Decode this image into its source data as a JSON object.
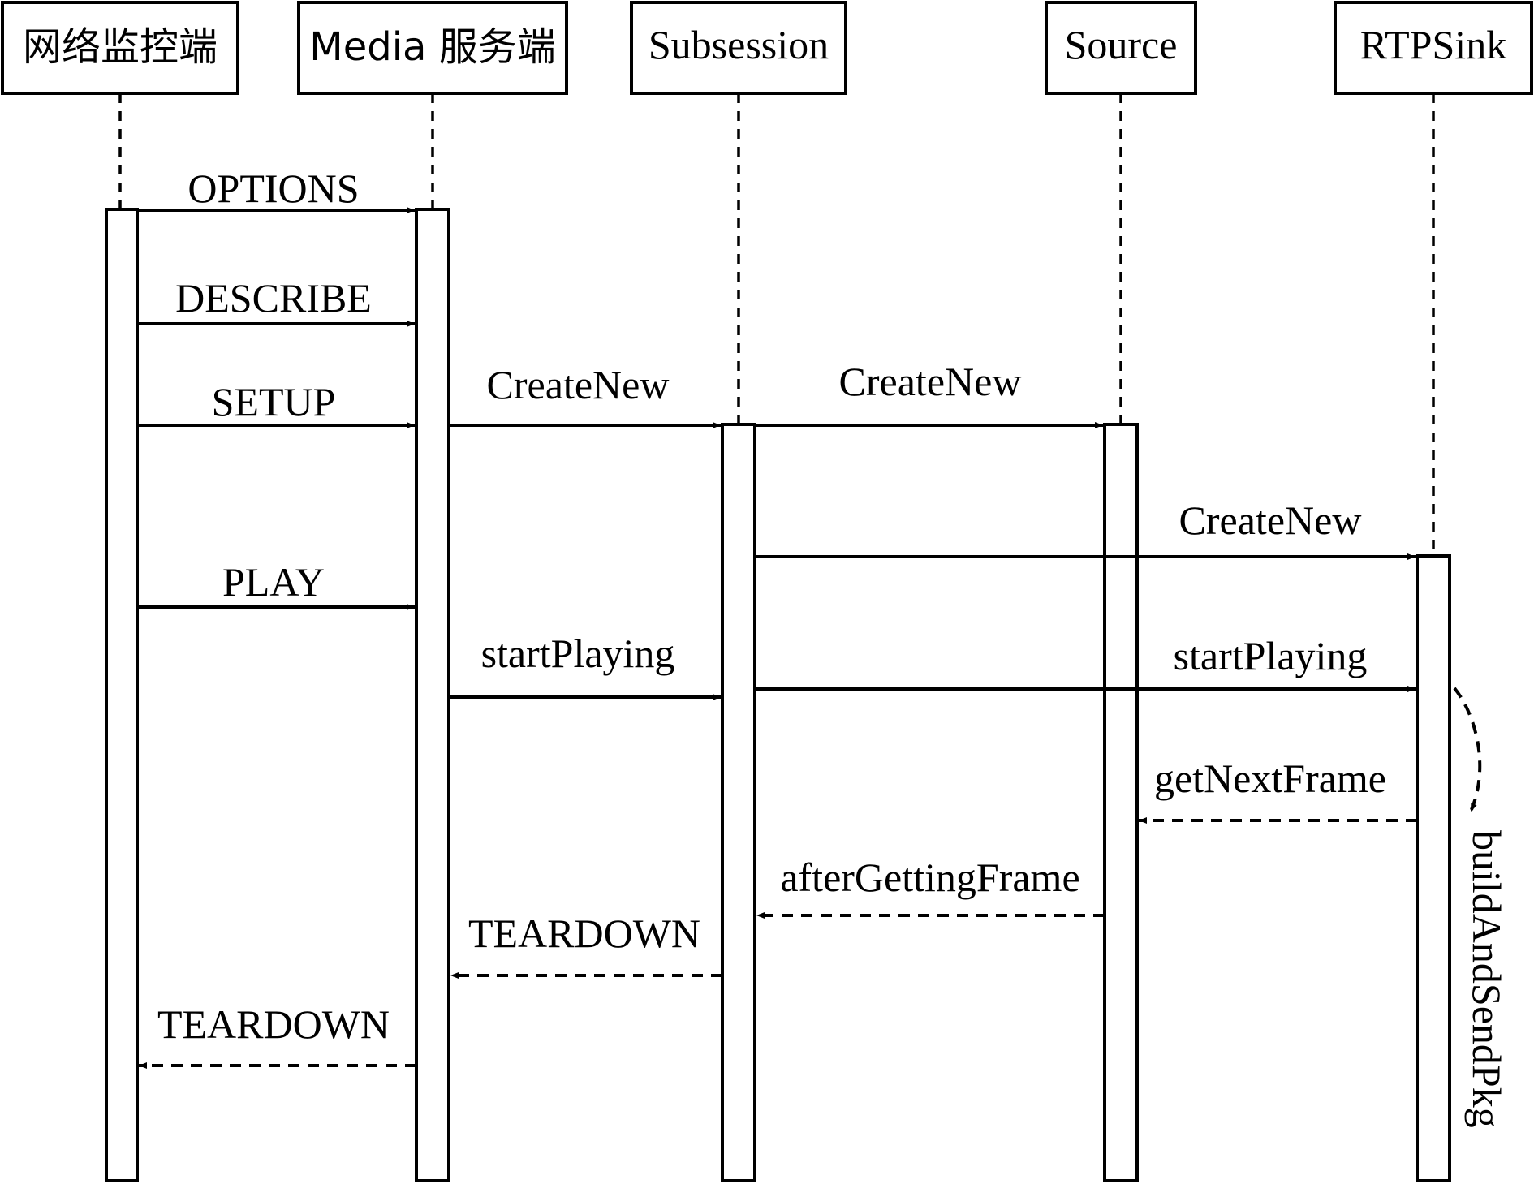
{
  "participants": [
    {
      "id": "monitor",
      "label": "网络监控端"
    },
    {
      "id": "media",
      "label": "Media 服务端"
    },
    {
      "id": "subsession",
      "label": "Subsession"
    },
    {
      "id": "source",
      "label": "Source"
    },
    {
      "id": "rtpsink",
      "label": "RTPSink"
    }
  ],
  "messages": [
    {
      "label": "OPTIONS",
      "from": "monitor",
      "to": "media",
      "style": "solid"
    },
    {
      "label": "DESCRIBE",
      "from": "monitor",
      "to": "media",
      "style": "solid"
    },
    {
      "label": "SETUP",
      "from": "monitor",
      "to": "media",
      "style": "solid"
    },
    {
      "label": "CreateNew",
      "from": "media",
      "to": "subsession",
      "style": "solid"
    },
    {
      "label": "CreateNew",
      "from": "subsession",
      "to": "source",
      "style": "solid"
    },
    {
      "label": "CreateNew",
      "from": "subsession",
      "to": "rtpsink",
      "style": "solid"
    },
    {
      "label": "PLAY",
      "from": "monitor",
      "to": "media",
      "style": "solid"
    },
    {
      "label": "startPlaying",
      "from": "media",
      "to": "subsession",
      "style": "solid"
    },
    {
      "label": "startPlaying",
      "from": "subsession",
      "to": "rtpsink",
      "style": "solid"
    },
    {
      "label": "getNextFrame",
      "from": "rtpsink",
      "to": "source",
      "style": "dashed"
    },
    {
      "label": "afterGettingFrame",
      "from": "source",
      "to": "subsession",
      "style": "dashed"
    },
    {
      "label": "TEARDOWN",
      "from": "subsession",
      "to": "media",
      "style": "dashed"
    },
    {
      "label": "TEARDOWN",
      "from": "media",
      "to": "monitor",
      "style": "dashed"
    }
  ],
  "self_call": {
    "label": "buildAndSendPkg",
    "on": "rtpsink"
  }
}
